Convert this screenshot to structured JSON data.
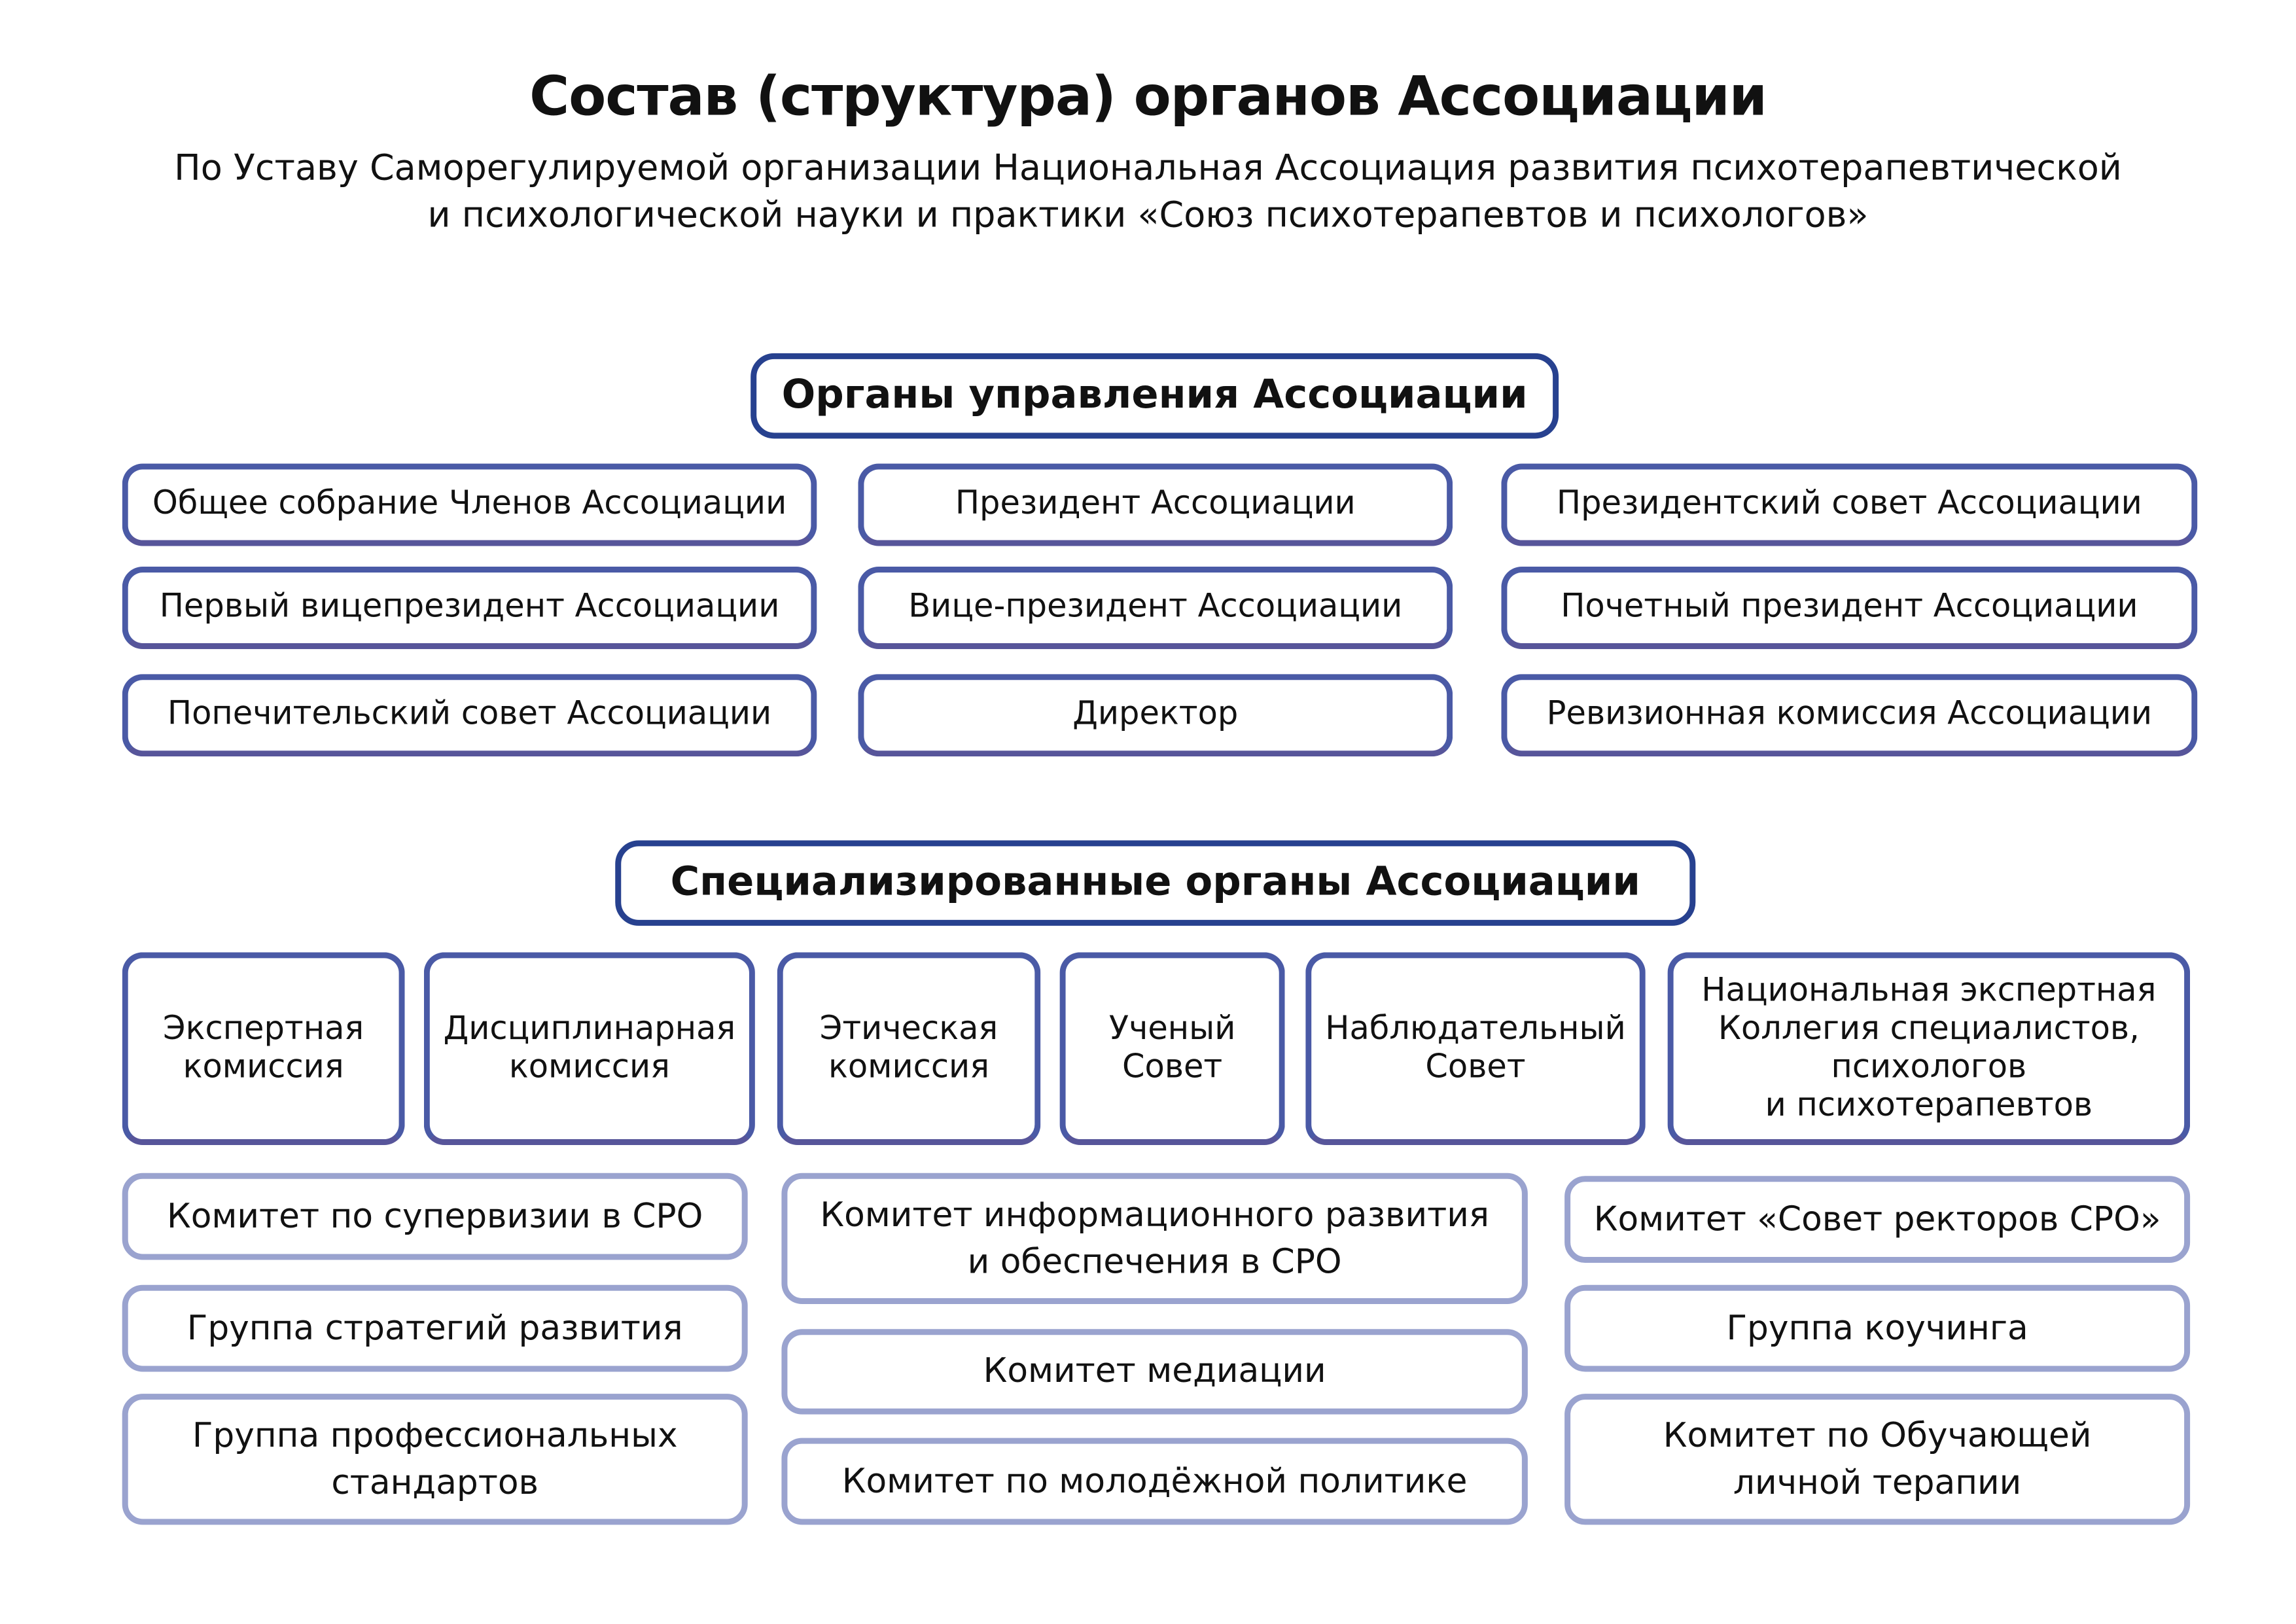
{
  "title": "Состав (структура) органов Ассоциации",
  "subtitle": [
    "По Уставу Саморегулируемой организации Национальная Ассоциация развития психотерапевтической",
    "и психологической науки и практики «Союз психотерапевтов и психологов»"
  ],
  "management": {
    "header": "Органы управления Ассоциации",
    "items": [
      "Общее собрание Членов Ассоциации",
      "Президент Ассоциации",
      "Президентский совет Ассоциации",
      "Первый вицепрезидент Ассоциации",
      "Вице-президент Ассоциации",
      "Почетный президент Ассоциации",
      "Попечительский совет Ассоциации",
      "Директор",
      "Ревизионная комиссия Ассоциации"
    ]
  },
  "specialized": {
    "header": "Специализированные органы Ассоциации",
    "main": [
      "Экспертная\nкомиссия",
      "Дисциплинарная\nкомиссия",
      "Этическая\nкомиссия",
      "Ученый\nСовет",
      "Наблюдательный\nСовет",
      "Национальная экспертная\nКоллегия специалистов,\nпсихологов\nи психотерапевтов"
    ],
    "committees": [
      "Комитет по супервизии в СРО",
      "Группа стратегий развития",
      "Группа профессиональных\nстандартов",
      "Комитет информационного развития\nи обеспечения в СРО",
      "Комитет медиации",
      "Комитет по молодёжной политике",
      "Комитет «Совет ректоров СРО»",
      "Группа коучинга",
      "Комитет по Обучающей\nличной терапии"
    ]
  }
}
